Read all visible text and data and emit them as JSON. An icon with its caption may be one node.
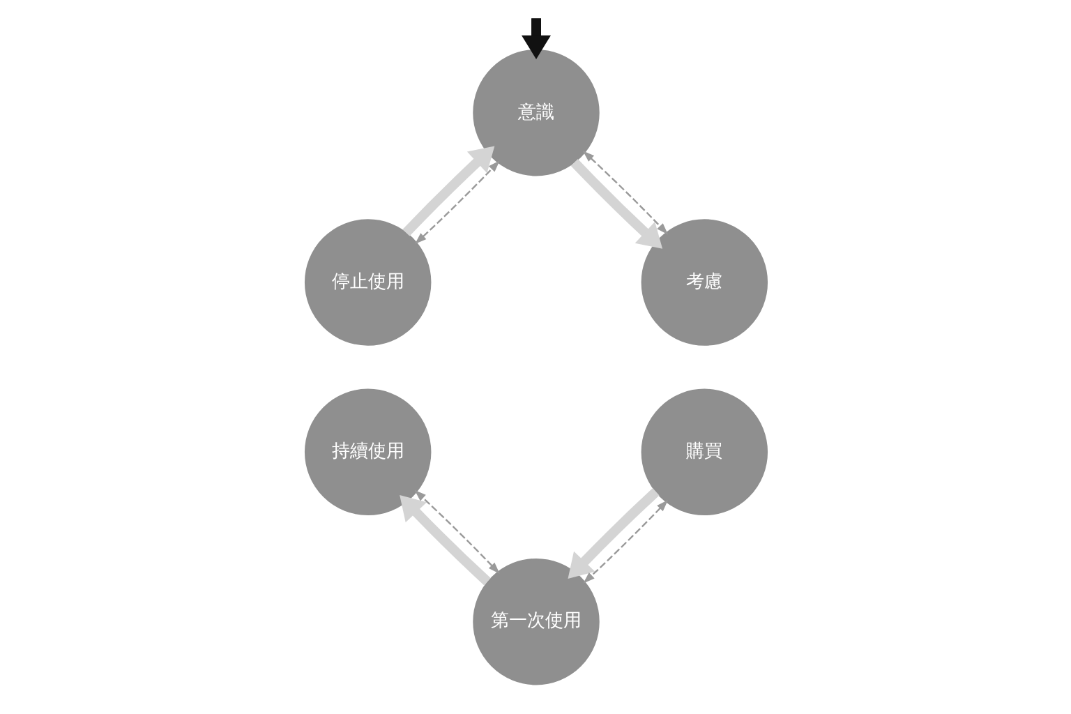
{
  "diagram": {
    "nodes": [
      {
        "text": [
          "意識"
        ]
      },
      {
        "text": [
          "考慮"
        ]
      },
      {
        "text": [
          "購買"
        ]
      },
      {
        "text": [
          "第一次使用"
        ]
      },
      {
        "text": [
          "持續使用"
        ]
      },
      {
        "text": [
          "停止使用"
        ]
      }
    ],
    "edges": [
      {
        "from": null,
        "to": 0,
        "arrow": "to",
        "color": "#111111"
      },
      {
        "from": 0,
        "to": 1,
        "arrow": "to",
        "color": "#d4d4d4"
      },
      {
        "from": 0,
        "to": 1,
        "arrow": "both",
        "style": "dashed",
        "color": "#9a9a9a"
      },
      {
        "from": 2,
        "to": 3,
        "arrow": "to",
        "color": "#d4d4d4"
      },
      {
        "from": 2,
        "to": 3,
        "arrow": "both",
        "style": "dashed",
        "color": "#9a9a9a"
      },
      {
        "from": 3,
        "to": 4,
        "arrow": "to",
        "color": "#d4d4d4"
      },
      {
        "from": 3,
        "to": 4,
        "arrow": "both",
        "style": "dashed",
        "color": "#9a9a9a"
      },
      {
        "from": 5,
        "to": 0,
        "arrow": "to",
        "color": "#d4d4d4"
      },
      {
        "from": 5,
        "to": 0,
        "arrow": "both",
        "style": "dashed",
        "color": "#9a9a9a"
      }
    ]
  }
}
